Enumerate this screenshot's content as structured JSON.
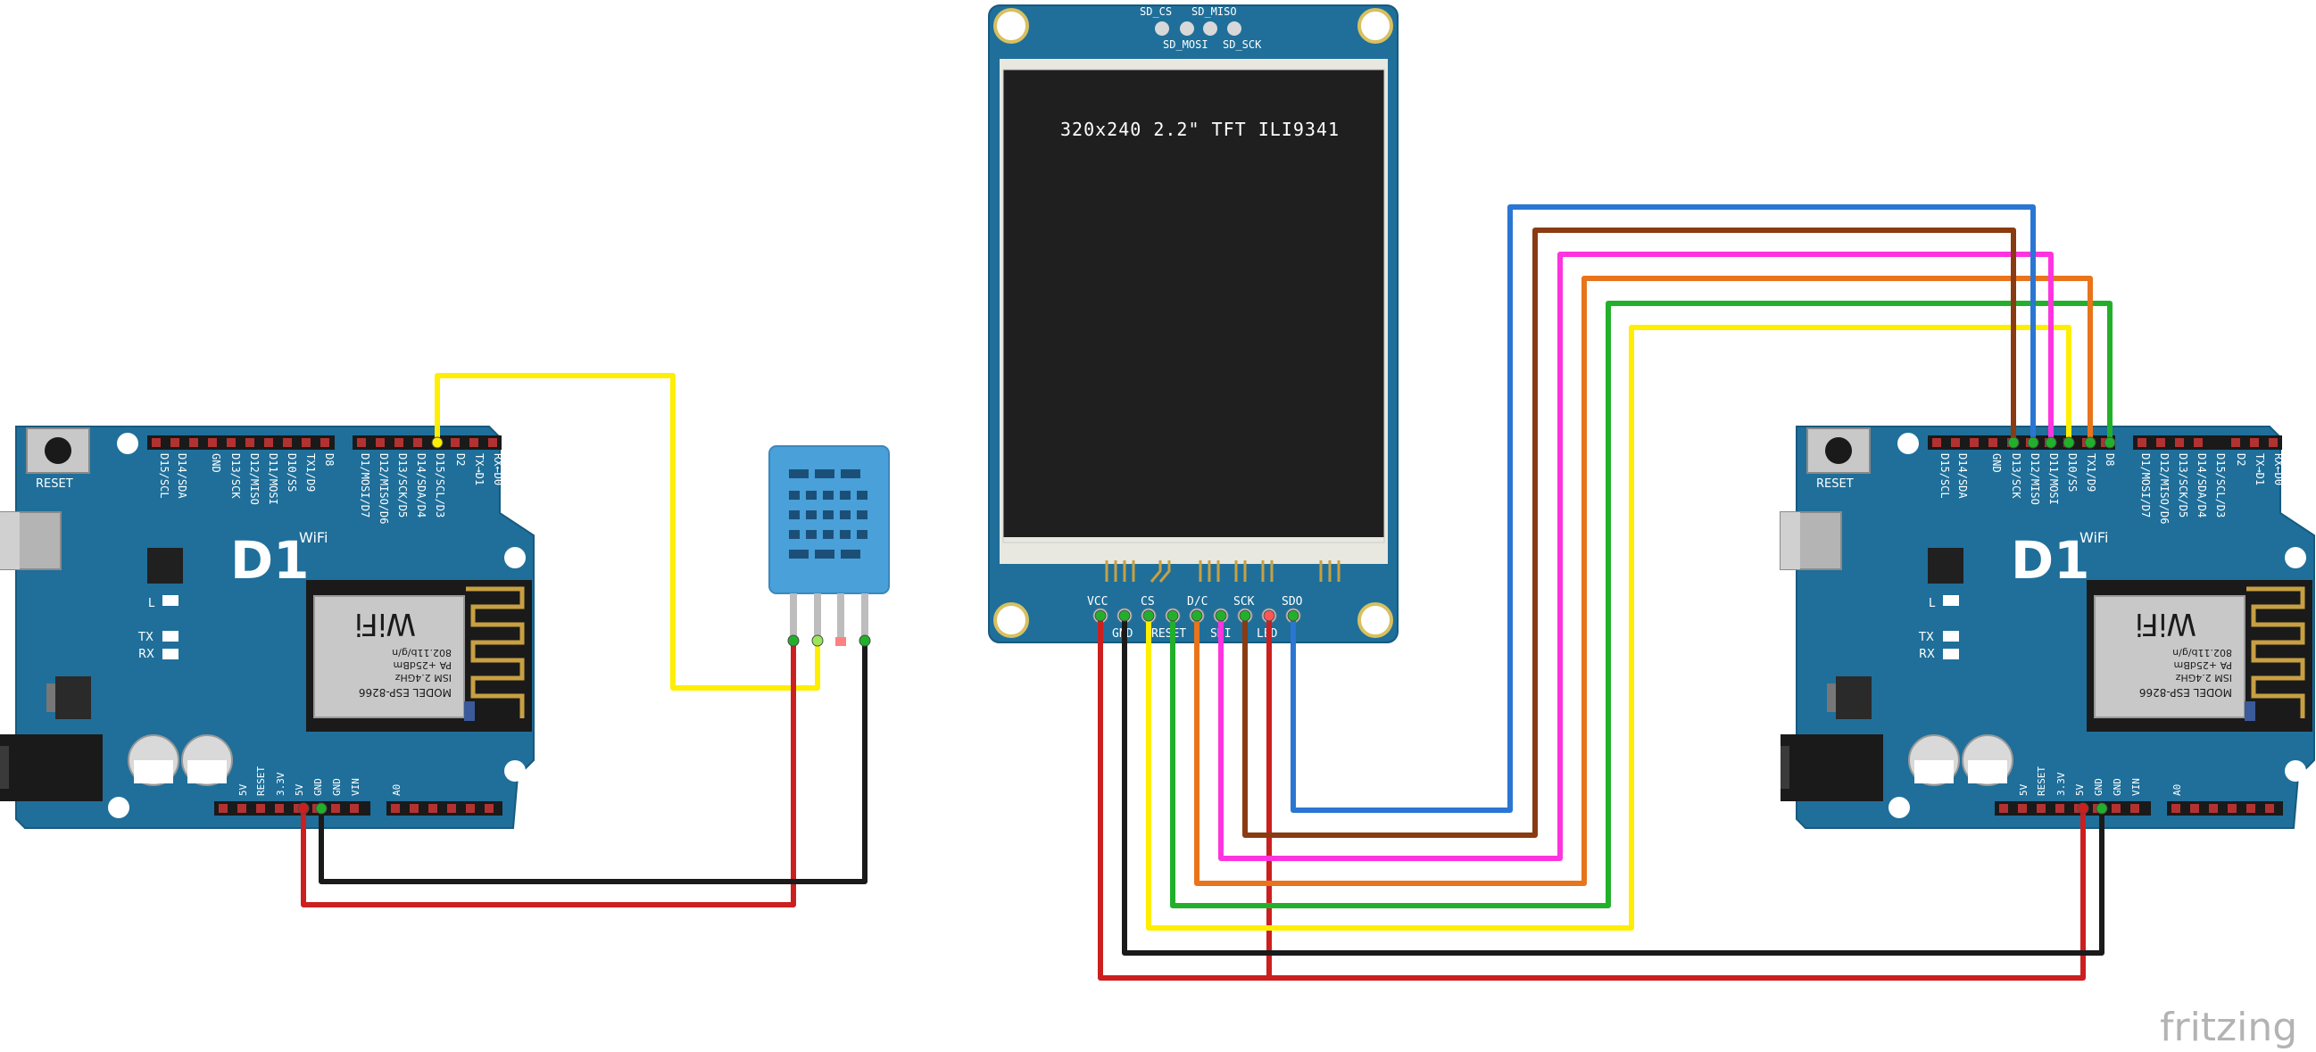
{
  "boards": {
    "left": {
      "logo": "D1",
      "logo_suffix": "WiFi",
      "reset_label": "RESET",
      "led_labels": [
        "L",
        "TX",
        "RX"
      ],
      "top_pins": [
        "D15/SCL",
        "D14/SDA",
        "GND",
        "D13/SCK",
        "D12/MISO",
        "D11/MOSI",
        "D10/SS",
        "TX1/D9",
        "D8",
        "D1/MOSI/D7",
        "D12/MISO/D6",
        "D13/SCK/D5",
        "D14/SDA/D4",
        "D15/SCL/D3",
        "D2",
        "TX→D1",
        "RX←D0"
      ],
      "bottom_pins": [
        "5V",
        "RESET",
        "3.3V",
        "5V",
        "GND",
        "GND",
        "VIN"
      ],
      "bottom_analog": "A0",
      "module_lines": [
        "MODEL ESP-8266",
        "ISM 2.4GHz",
        "PA +25dBm",
        "802.11b/g/n",
        "WiFi"
      ]
    },
    "right": {
      "logo": "D1",
      "logo_suffix": "WiFi",
      "reset_label": "RESET",
      "led_labels": [
        "L",
        "TX",
        "RX"
      ],
      "top_pins": [
        "D15/SCL",
        "D14/SDA",
        "GND",
        "D13/SCK",
        "D12/MISO",
        "D11/MOSI",
        "D10/SS",
        "TX1/D9",
        "D8",
        "D1/MOSI/D7",
        "D12/MISO/D6",
        "D13/SCK/D5",
        "D14/SDA/D4",
        "D15/SCL/D3",
        "D2",
        "TX→D1",
        "RX←D0"
      ],
      "bottom_pins": [
        "5V",
        "RESET",
        "3.3V",
        "5V",
        "GND",
        "GND",
        "VIN"
      ],
      "bottom_analog": "A0",
      "module_lines": [
        "MODEL ESP-8266",
        "ISM 2.4GHz",
        "PA +25dBm",
        "802.11b/g/n",
        "WiFi"
      ]
    }
  },
  "tft": {
    "title": "320x240 2.2\" TFT ILI9341",
    "sd_top_labels": [
      "SD_CS",
      "SD_MISO"
    ],
    "sd_bottom_labels": [
      "SD_MOSI",
      "SD_SCK"
    ],
    "pin_labels_top": [
      "VCC",
      "CS",
      "D/C",
      "SCK",
      "SDO"
    ],
    "pin_labels_bottom": [
      "GND",
      "RESET",
      "SDI",
      "LED"
    ]
  },
  "watermark": "fritzing",
  "colors": {
    "board": "#1f6f9a",
    "board_edge": "#175a7e",
    "wire_red": "#cc1f1f",
    "wire_black": "#1a1a1a",
    "wire_yellow": "#ffee00",
    "wire_green": "#22b02a",
    "wire_orange": "#e8741c",
    "wire_magenta": "#ff33e0",
    "wire_brown": "#8a3b12",
    "wire_blue": "#2a76d2"
  }
}
